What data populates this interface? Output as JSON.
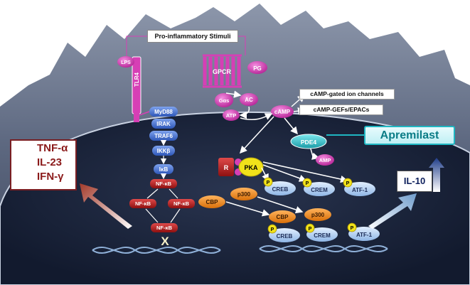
{
  "stimuli": "Pro-inflammatory Stimuli",
  "receptors": {
    "lps": "LPS",
    "tlr4": "TLR4",
    "gpcr": "GPCR",
    "pg": "PG"
  },
  "signaling": {
    "gas": "Gαs",
    "ac": "AC",
    "atp": "ATP",
    "camp": "cAMP",
    "pde4": "PDE4",
    "amp": "AMP",
    "r": "R",
    "pka": "PKA",
    "p": "P"
  },
  "camp_targets": {
    "channels": "cAMP-gated ion channels",
    "gefs": "cAMP-GEFs/EPACs"
  },
  "drug": "Apremilast",
  "tlr_cascade": [
    "MyD88",
    "IRAK",
    "TRAF6",
    "IKKβ",
    "IκB"
  ],
  "nfkb": "NF-κB",
  "x_mark": "X",
  "coactivators": {
    "p300": "p300",
    "cbp": "CBP"
  },
  "transcription_factors": [
    "CREB",
    "CREM",
    "ATF-1"
  ],
  "cytokines_down": [
    "TNF-α",
    "IL-23",
    "IFN-γ"
  ],
  "cytokine_up": "IL-10",
  "colors": {
    "magenta": "#d63fb5",
    "blue_pill": "#4a78d6",
    "red_pill": "#b31b1b",
    "orange": "#f08a1c",
    "light_blue": "#b7d4f2",
    "cyan": "#1fb6c2",
    "yellow": "#f1e21a",
    "dark_red": "#8b1a1a",
    "navy": "#0d1f5c"
  }
}
